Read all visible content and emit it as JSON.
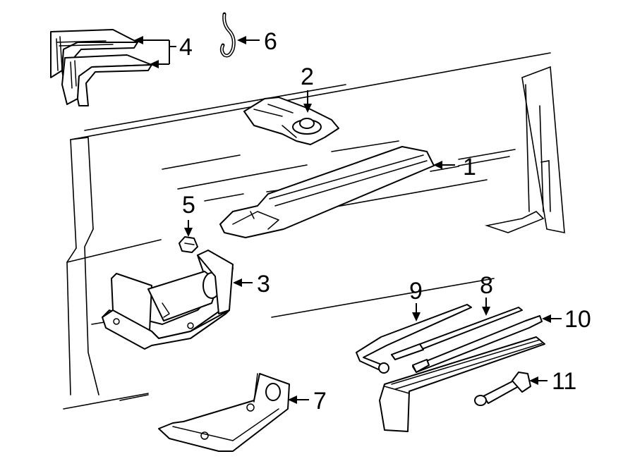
{
  "diagram": {
    "callouts": [
      {
        "id": "1",
        "label": "1"
      },
      {
        "id": "2",
        "label": "2"
      },
      {
        "id": "3",
        "label": "3"
      },
      {
        "id": "4",
        "label": "4"
      },
      {
        "id": "5",
        "label": "5"
      },
      {
        "id": "6",
        "label": "6"
      },
      {
        "id": "7",
        "label": "7"
      },
      {
        "id": "8",
        "label": "8"
      },
      {
        "id": "9",
        "label": "9"
      },
      {
        "id": "10",
        "label": "10"
      },
      {
        "id": "11",
        "label": "11"
      }
    ],
    "colors": {
      "line": "#000000",
      "fill": "#ffffff"
    }
  }
}
